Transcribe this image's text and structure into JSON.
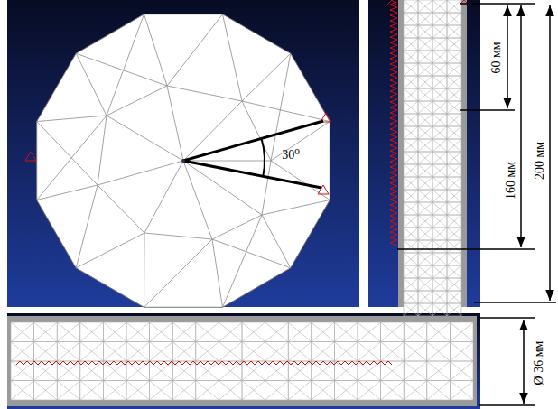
{
  "diagram": {
    "labels": [
      "30⁰",
      "60 мм",
      "160 мм",
      "200 мм",
      "Ø 36 мм"
    ]
  }
}
